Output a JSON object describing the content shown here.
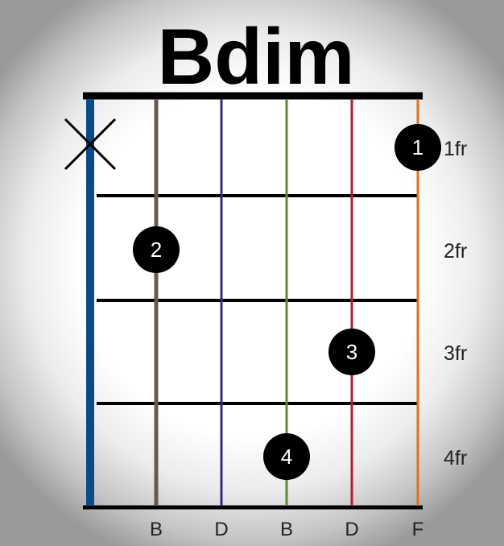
{
  "title": "Bdim",
  "strings": [
    {
      "note": "",
      "color": "#0b4a8a"
    },
    {
      "note": "B",
      "color": "#6a5752"
    },
    {
      "note": "D",
      "color": "#3a2a78"
    },
    {
      "note": "B",
      "color": "#5e8a3a"
    },
    {
      "note": "D",
      "color": "#b0202a"
    },
    {
      "note": "F",
      "color": "#e0701a"
    }
  ],
  "frets": [
    "1fr",
    "2fr",
    "3fr",
    "4fr"
  ],
  "muted_strings": [
    1
  ],
  "fingers": [
    {
      "finger": "1",
      "string": 6,
      "fret": 1
    },
    {
      "finger": "2",
      "string": 2,
      "fret": 2
    },
    {
      "finger": "3",
      "string": 5,
      "fret": 3
    },
    {
      "finger": "4",
      "string": 4,
      "fret": 4
    }
  ],
  "colors": {
    "fret": "#000000",
    "dot": "#000000",
    "dot_text": "#ffffff"
  }
}
